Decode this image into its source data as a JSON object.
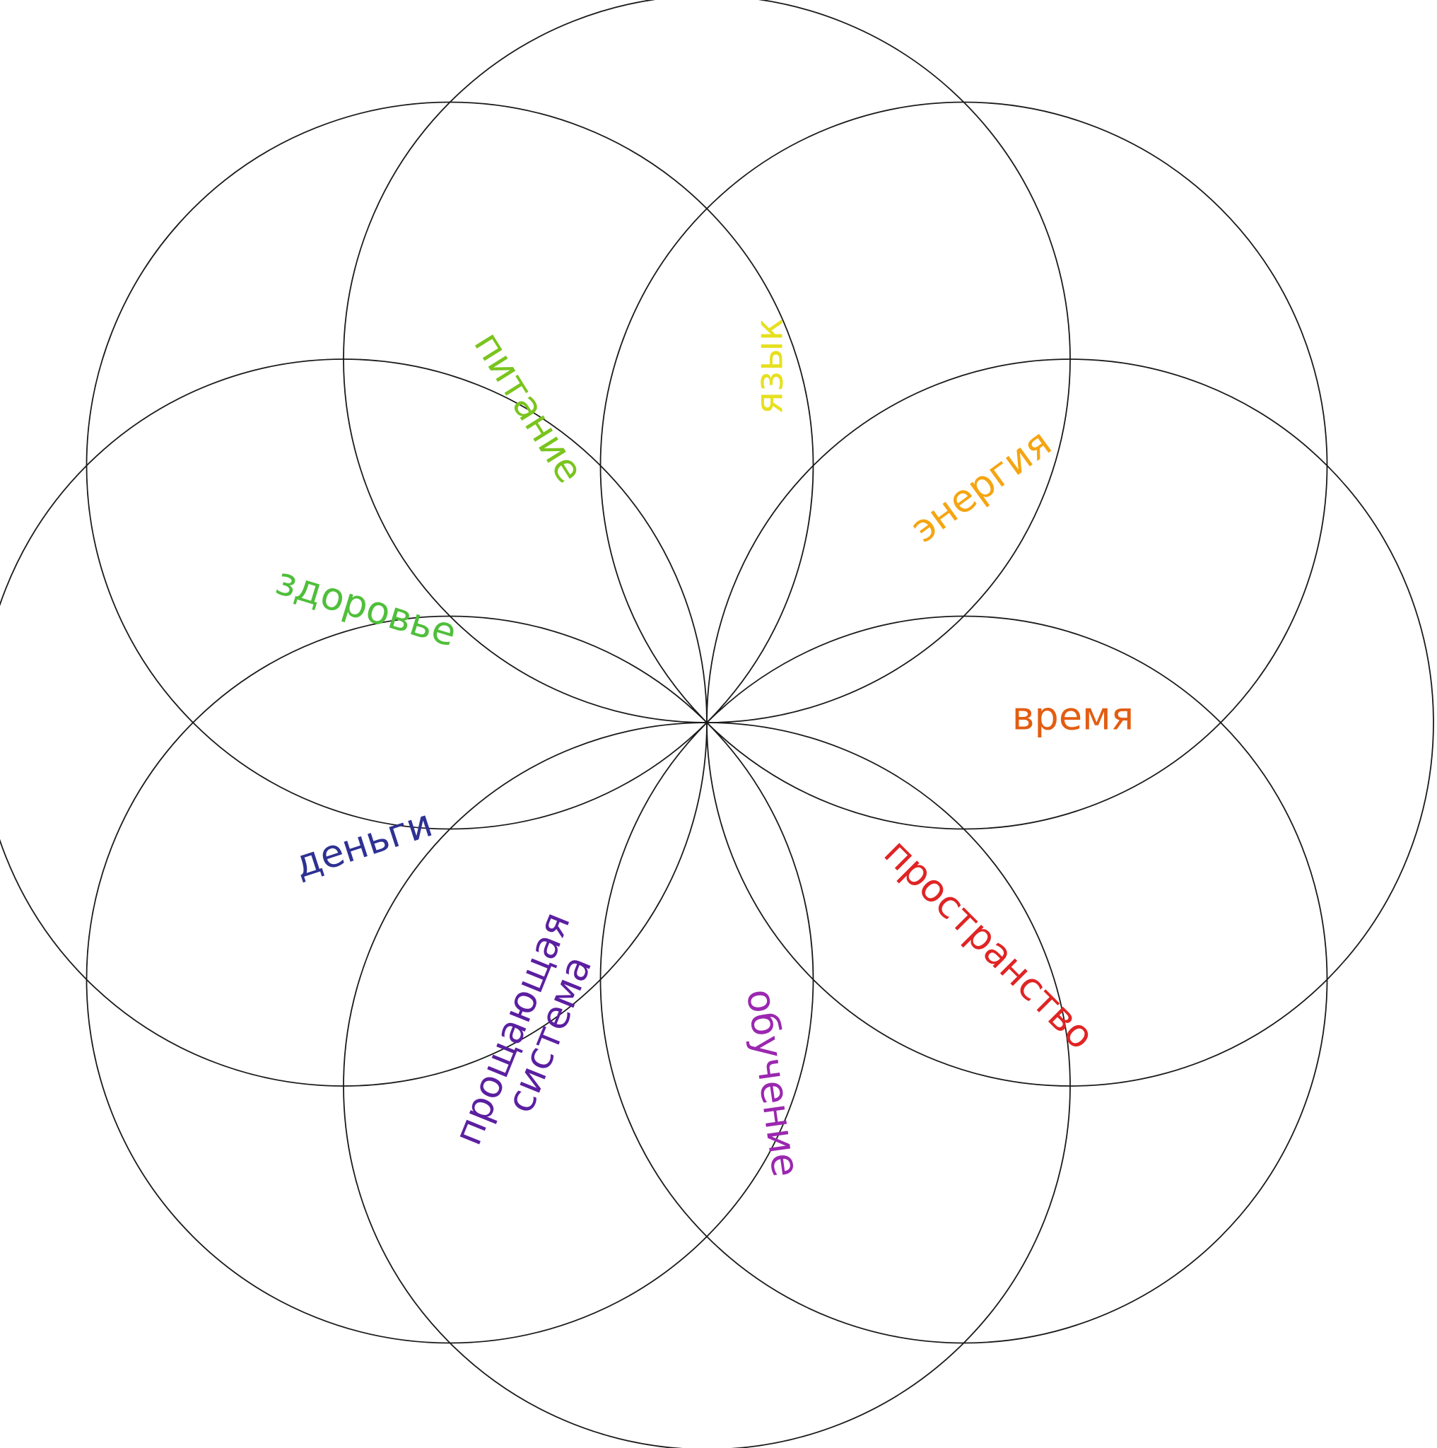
{
  "diagram": {
    "labels": [
      {
        "key": "pitanie",
        "text": "питание",
        "color": "#7ac41e"
      },
      {
        "key": "yazyk",
        "text": "язык",
        "color": "#e6e020"
      },
      {
        "key": "energiya",
        "text": "энергия",
        "color": "#f5a511"
      },
      {
        "key": "zdorovye",
        "text": "здоровье",
        "color": "#4fbf3a"
      },
      {
        "key": "vremya",
        "text": "время",
        "color": "#e25d12"
      },
      {
        "key": "dengi",
        "text": "деньги",
        "color": "#2e3192"
      },
      {
        "key": "prostranstvo",
        "text": "пространство",
        "color": "#e02424"
      },
      {
        "key": "proshchayushchaya_line1",
        "text": "прощающая",
        "color": "#5b1fa0"
      },
      {
        "key": "proshchayushchaya_line2",
        "text": "система",
        "color": "#5b1fa0"
      },
      {
        "key": "obuchenie",
        "text": "обучение",
        "color": "#9b27b0"
      }
    ]
  }
}
